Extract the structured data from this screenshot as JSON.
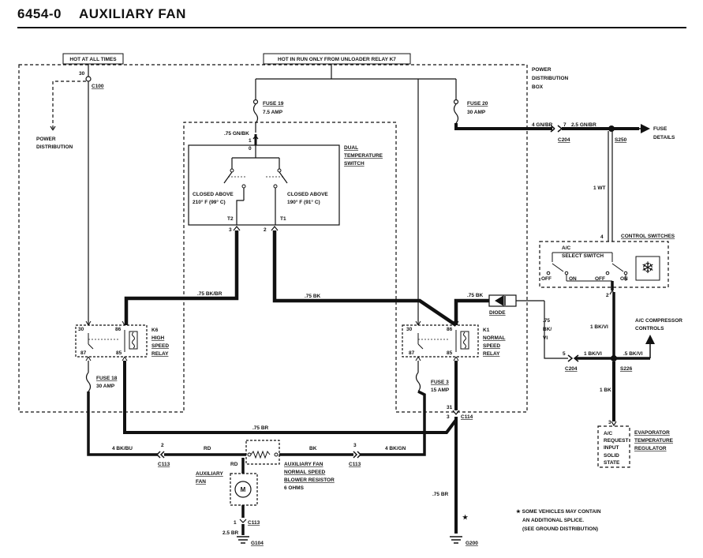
{
  "header": {
    "code": "6454-0",
    "name": "AUXILIARY FAN"
  },
  "colors": {
    "ink": "#111111",
    "paper": "#ffffff"
  },
  "boxes": {
    "hot_at_all_times": "HOT AT ALL TIMES",
    "hot_in_run": "HOT IN RUN ONLY FROM UNLOADER RELAY K7",
    "power_distribution_box": [
      "POWER",
      "DISTRIBUTION",
      "BOX"
    ]
  },
  "labels": {
    "c100_pin": "30",
    "c100": "C100",
    "power_distribution": [
      "POWER",
      "DISTRIBUTION"
    ],
    "fuse19": "FUSE 19",
    "fuse19_amp": "7.5 AMP",
    "fuse20": "FUSE 20",
    "fuse20_amp": "30 AMP",
    "wire_75gnbk": ".75 GN/BK",
    "wire_4gnbr": "4 GN/BR",
    "c204_pin_top": "7",
    "wire_25gnbr": "2.5 GN/BR",
    "c204_top": "C204",
    "s250": "S250",
    "fuse_details": [
      "FUSE",
      "DETAILS"
    ],
    "dts_pin1": "1",
    "dts_pin0": "0",
    "dual_temp_switch": [
      "DUAL",
      "TEMPERATURE",
      "SWITCH"
    ],
    "closed_above_210": [
      "CLOSED ABOVE",
      "210° F (99° C)"
    ],
    "closed_above_190": [
      "CLOSED ABOVE",
      "190° F (91° C)"
    ],
    "t2": "T2",
    "t1": "T1",
    "pin3_t2": "3",
    "pin2_t1": "2",
    "wire_1wt": "1 WT",
    "control_switches": "CONTROL SWITCHES",
    "cs_pin4": "4",
    "ac_select": [
      "A/C",
      "SELECT SWITCH"
    ],
    "off": "OFF",
    "on": "ON",
    "cs_pin2": "2",
    "wire_75bkbr": ".75 BK/BR",
    "wire_75bk_mid": ".75 BK",
    "wire_75bk_diode": ".75 BK",
    "diode": "DIODE",
    "wire_75bkvi": [
      ".75",
      "BK/",
      "VI"
    ],
    "wire_1bkvi_vert": "1 BK/VI",
    "ac_comp_controls": [
      "A/C COMPRESSOR",
      "CONTROLS"
    ],
    "k6_pins": {
      "p30": "30",
      "p86": "86",
      "p87": "87",
      "p85": "85"
    },
    "k6": [
      "K6",
      "HIGH",
      "SPEED",
      "RELAY"
    ],
    "k1_pins": {
      "p30": "30",
      "p86": "86",
      "p87": "87",
      "p85": "85"
    },
    "k1": [
      "K1",
      "NORMAL",
      "SPEED",
      "RELAY"
    ],
    "c204_pin5": "5",
    "wire_1bkvi_h": "1 BK/VI",
    "wire_5bkvi": ".5 BK/VI",
    "c204_bottom": "C204",
    "s226": "S226",
    "wire_1bk": "1 BK",
    "fuse18": "FUSE 18",
    "fuse18_amp": "30 AMP",
    "fuse3": "FUSE 3",
    "fuse3_amp": "15 AMP",
    "c114_pin31": "31",
    "c114_pin3": "3",
    "c114": "C114",
    "wire_75br_top": ".75 BR",
    "wire_4bkbu": "4 BK/BU",
    "c113_pin2": "2",
    "c113_left": "C113",
    "wire_rd_h": "RD",
    "wire_bk_h": "BK",
    "c113_pin3": "3",
    "wire_4bkgn": "4 BK/GN",
    "c113_right": "C113",
    "wire_rd_v": "RD",
    "resistor": [
      "AUXILIARY FAN",
      "NORMAL SPEED",
      "BLOWER RESISTOR",
      "6 OHMS"
    ],
    "aux_fan": [
      "AUXILIARY",
      "FAN"
    ],
    "motor": "M",
    "c113_pin1": "1",
    "c113_fan": "C113",
    "wire_25br": "2.5 BR",
    "g104": "G104",
    "wire_75br_vert": ".75 BR",
    "star": "★",
    "g200": "G200",
    "evap_pin3": "3",
    "evap_box": [
      "A/C",
      "REQUEST",
      "INPUT",
      "SOLID",
      "STATE"
    ],
    "evap_label": [
      "EVAPORATOR",
      "TEMPERATURE",
      "REGULATOR"
    ],
    "note": [
      "★ SOME VEHICLES MAY CONTAIN",
      "AN ADDITIONAL SPLICE.",
      "(SEE GROUND DISTRIBUTION)"
    ]
  }
}
